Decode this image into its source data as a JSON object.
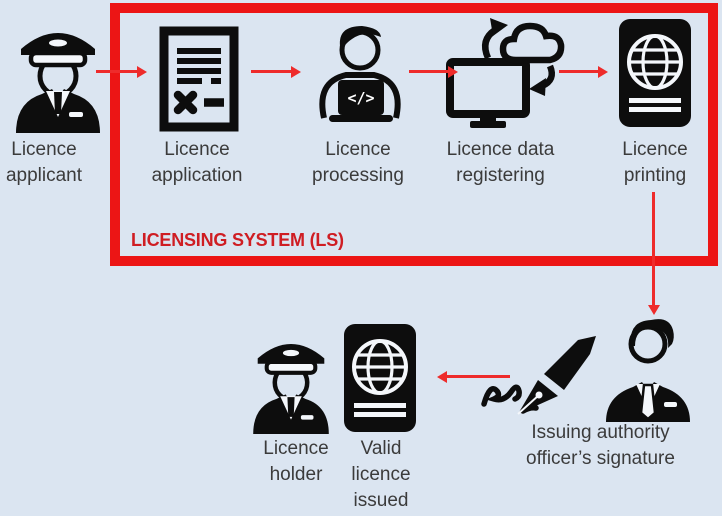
{
  "colors": {
    "background": "#dbe5f1",
    "box_red": "#ec1515",
    "arrow_red": "#ee2b2b",
    "label_text": "#3b3b3b",
    "system_label_red": "#cf1d23",
    "icon_black": "#0d0d0d"
  },
  "system_box": {
    "label": "LICENSING SYSTEM (LS)"
  },
  "nodes": {
    "applicant": {
      "label": "Licence\napplicant",
      "icon": "captain-person-icon"
    },
    "application": {
      "label": "Licence\napplication",
      "icon": "application-document-icon"
    },
    "processing": {
      "label": "Licence\nprocessing",
      "icon": "person-laptop-icon"
    },
    "registering": {
      "label": "Licence data\nregistering",
      "icon": "computer-cloud-sync-icon"
    },
    "printing": {
      "label": "Licence\nprinting",
      "icon": "passport-icon"
    },
    "signature": {
      "label": "Issuing authority\nofficer’s signature",
      "icon": "fountain-pen-signature-icon"
    },
    "holder": {
      "label": "Licence\nholder",
      "icon": "captain-person-icon"
    },
    "valid": {
      "label": "Valid\nlicence\nissued",
      "icon": "passport-icon"
    }
  },
  "icon_glyphs": {
    "laptop_code": "</>"
  }
}
